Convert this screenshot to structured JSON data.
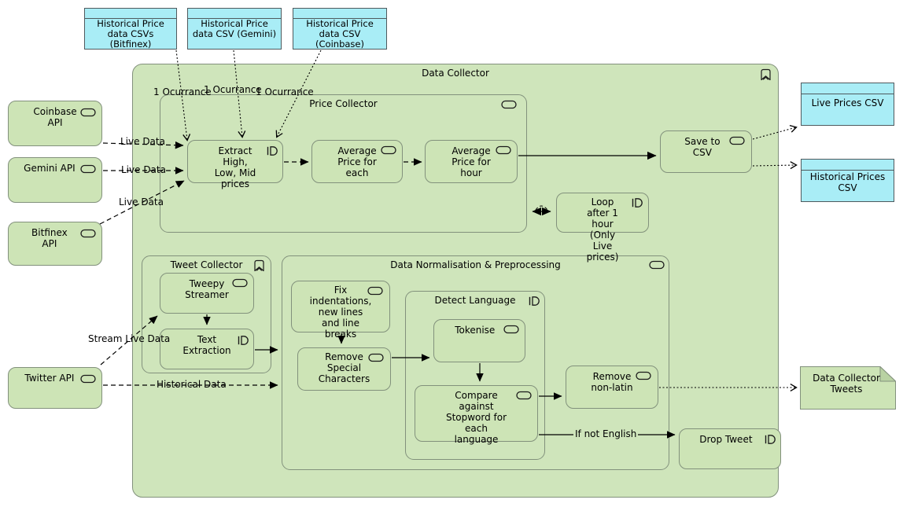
{
  "colors": {
    "green_fill": "#cde4b6",
    "green_container": "#cfe5bb",
    "green_border": "#82917c",
    "cyan_fill": "#a9edf6",
    "cyan_border": "#4f5a5e",
    "note_fold": "#b9d2a3",
    "connector": "#000000"
  },
  "containers": {
    "data_collector": "Data Collector",
    "price_collector": "Price Collector",
    "tweet_collector": "Tweet Collector",
    "data_normalisation": "Data Normalisation & Preprocessing",
    "detect_language": "Detect Language"
  },
  "nodes": {
    "coinbase_api": "Coinbase API",
    "gemini_api": "Gemini API",
    "bitfinex_api": "Bitfinex API",
    "twitter_api": "Twitter API",
    "extract": "Extract High, Low, Mid prices",
    "avg_each": "Average Price for each",
    "avg_hour": "Average Price for hour",
    "save_csv": "Save to CSV",
    "loop": "Loop after 1 hour (Only Live prices)",
    "tweepy": "Tweepy Streamer",
    "text_extraction": "Text Extraction",
    "fix_indent": "Fix indentations, new lines and line breaks",
    "remove_special": "Remove Special Characters",
    "tokenise": "Tokenise",
    "compare_stopword": "Compare against Stopword for each language",
    "remove_nonlatin": "Remove non-latin",
    "drop_tweet": "Drop Tweet"
  },
  "artifacts": {
    "hist_bitfinex": "Historical Price data CSVs (Bitfinex)",
    "hist_gemini": "Historical Price data CSV (Gemini)",
    "hist_coinbase": "Historical Price data CSV (Coinbase)",
    "live_prices": "Live Prices CSV",
    "historical_prices": "Historical Prices CSV",
    "tweets_note": "Data Collector Tweets"
  },
  "edge_labels": {
    "occurrence_1": "1 Ocurrance",
    "occurrence_2": "1 Ocurrance",
    "occurrence_3": "1 Ocurrance",
    "live_data_1": "Live Data",
    "live_data_2": "Live Data",
    "live_data_3": "Live Data",
    "stream_live_data": "Stream Live Data",
    "historical_data": "Historical Data",
    "if_not_english": "If not English"
  }
}
